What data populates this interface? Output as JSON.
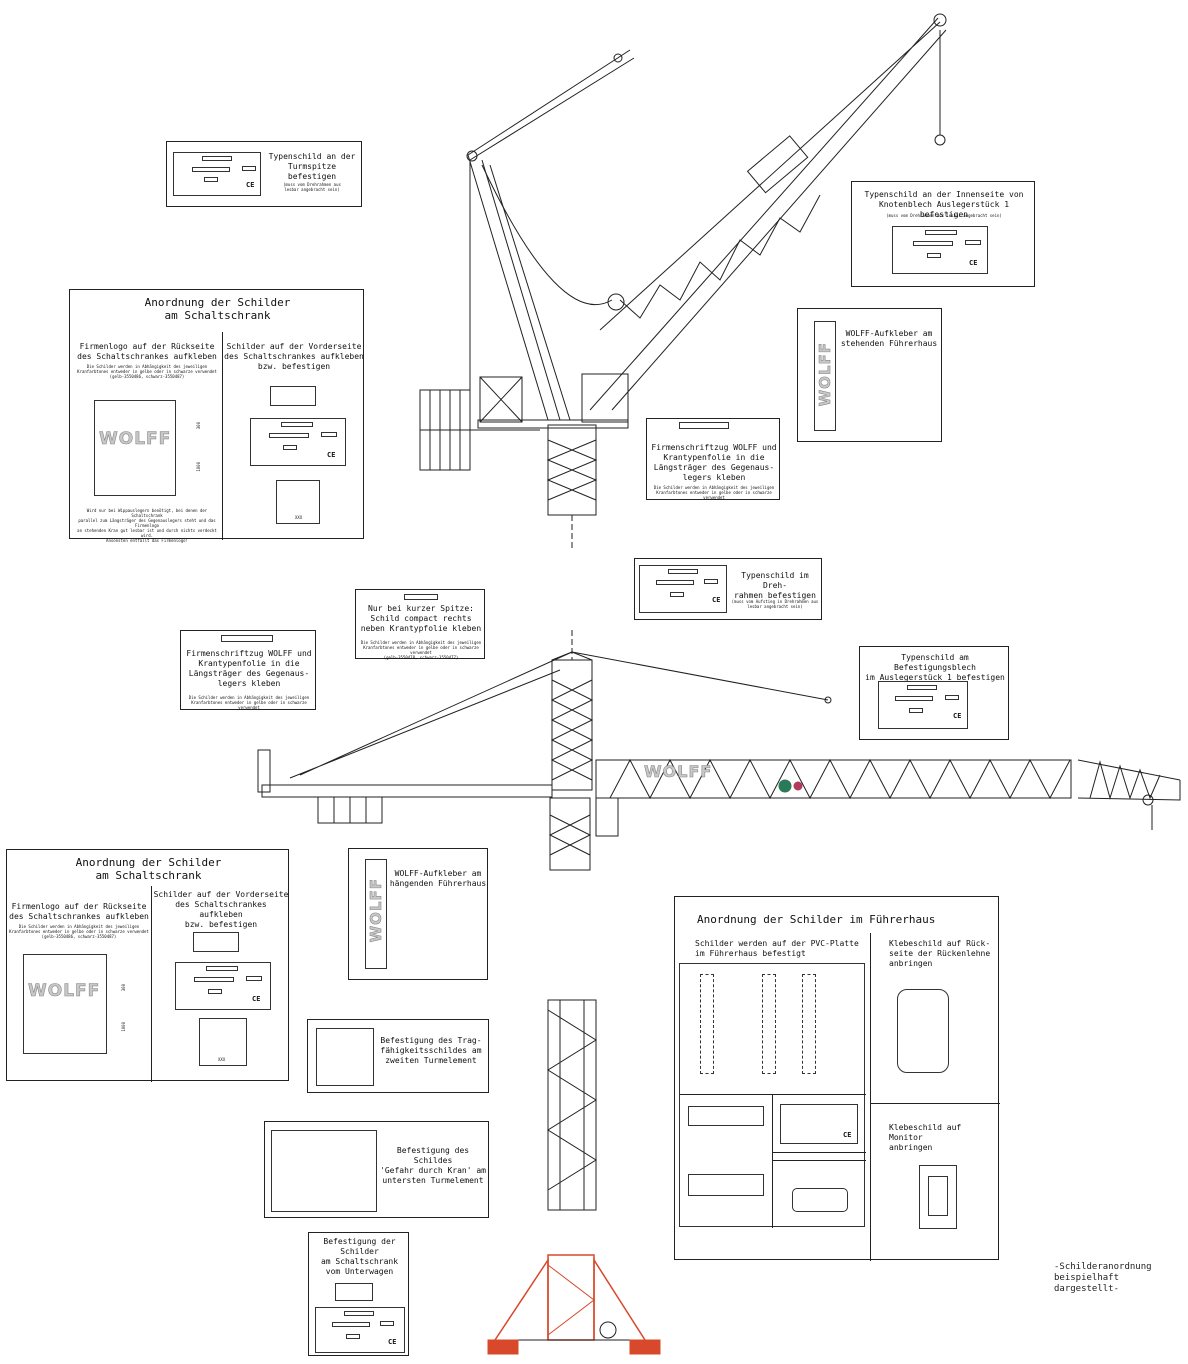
{
  "plates": {
    "tower_top": "Typenschild an der\nTurmspitze befestigen",
    "tower_top_sub": "(muss vom Drehrahmen aus\nlesbar angebracht sein)",
    "jib_node": "Typenschild an der Innenseite von\nKnotenblech Auslegerstück 1 befestigen",
    "jib_node_sub": "(muss vom Drehrahmen aus lesbar angebracht sein)",
    "cab_standing": "WOLFF-Aufkleber am\nstehenden Führerhaus",
    "counterjib_upper": "Firmenschriftzug WOLFF und\nKrantypenfolie in die\nLängsträger des Gegenaus-\nlegers kleben",
    "counterjib_upper_sub": "Die Schilder werden in Abhängigkeit des jeweiligen\nKranfarbtones entweder in gelbe oder in schwarze verwendet",
    "slewing": "Typenschild im Dreh-\nrahmen befestigen",
    "slewing_sub": "(muss vom Aufstieg in Drehrahmen aus\nlesbar angebracht sein)",
    "short_tip": "Nur bei kurzer Spitze:\nSchild compact rechts\nneben Krantypfolie kleben",
    "short_tip_sub": "Die Schilder werden in Abhängigkeit des jeweiligen\nKranfarbtones entweder in gelbe oder in schwarze verwendet\n(gelb-3550478, schwarz-3550477)",
    "counterjib_lower": "Firmenschriftzug WOLFF und\nKrantypenfolie in die\nLängsträger des Gegenaus-\nlegers kleben",
    "counterjib_lower_sub": "Die Schilder werden in Abhängigkeit des jeweiligen\nKranfarbtones entweder in gelbe oder in schwarze verwendet",
    "jib_plate": "Typenschild am Befestigungsblech\nim Auslegerstück 1 befestigen",
    "cab_hanging": "WOLFF-Aufkleber am\nhängenden Führerhaus",
    "load_chart": "Befestigung des Trag-\nfähigkeitsschildes am\nzweiten Turmelement",
    "danger": "Befestigung des Schildes\n'Gefahr durch Kran' am\nuntersten Turmelement",
    "undercarriage": "Befestigung der Schilder\nam Schaltschrank\nvom Unterwagen"
  },
  "cabinet": {
    "title": "Anordnung der Schilder\nam Schaltschrank",
    "left": "Firmenlogo auf der Rückseite\ndes Schaltschrankes aufkleben",
    "left_sub": "Die Schilder werden in Abhängigkeit des jeweiligen\nKranfarbtones entweder in gelbe oder in schwarze verwendet\n(gelb-3550486, schwarz-3550487)",
    "right": "Schilder auf der Vorderseite\ndes Schaltschrankes aufkleben\nbzw. befestigen",
    "footer": "Wird nur bei Wippauslegern benötigt, bei denen der Schaltschrank\nparallel zum Längsträger des Gegenauslegers steht und das Firmenlogo\nan stehenden Kran gut lesbar ist und durch nichts verdeckt wird.\nAnsonsten entfällt das Firmenlogo!",
    "logo": "WOLFF",
    "dim_a": "300",
    "dim_b": "1000",
    "xxx": "XXX"
  },
  "cab": {
    "title": "Anordnung der Schilder im Führerhaus",
    "left": "Schilder werden auf der PVC-Platte\nim Führerhaus befestigt",
    "right_top": "Klebeschild auf Rück-\nseite der Rückenlehne\nanbringen",
    "right_bottom": "Klebeschild auf Monitor\nanbringen"
  },
  "logo": "WOLFF",
  "ce": "CE",
  "caption": "-Schilderanordnung\nbeispielhaft dargestellt-"
}
